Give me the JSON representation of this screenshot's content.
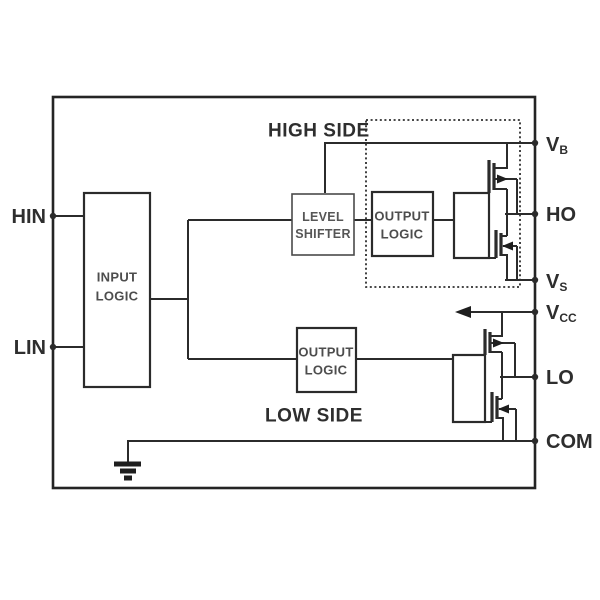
{
  "diagram": {
    "high_side_label": "HIGH SIDE",
    "low_side_label": "LOW SIDE",
    "blocks": {
      "input_logic": {
        "line1": "INPUT",
        "line2": "LOGIC"
      },
      "level_shifter": {
        "line1": "LEVEL",
        "line2": "SHIFTER"
      },
      "output_logic_high": {
        "line1": "OUTPUT",
        "line2": "LOGIC"
      },
      "output_logic_low": {
        "line1": "OUTPUT",
        "line2": "LOGIC"
      }
    },
    "pins": {
      "hin": "HIN",
      "lin": "LIN",
      "vb_main": "V",
      "vb_sub": "B",
      "ho": "HO",
      "vs_main": "V",
      "vs_sub": "S",
      "vcc_main": "V",
      "vcc_sub": "CC",
      "lo": "LO",
      "com": "COM"
    },
    "icons": {
      "ground": "ground-icon",
      "vcc_supply_arrow": "arrow-left-icon"
    },
    "colors": {
      "line": "#2b2b2b",
      "pin_label": "#2e2e2e",
      "block_text": "#4d4d4d",
      "background": "#ffffff"
    }
  }
}
